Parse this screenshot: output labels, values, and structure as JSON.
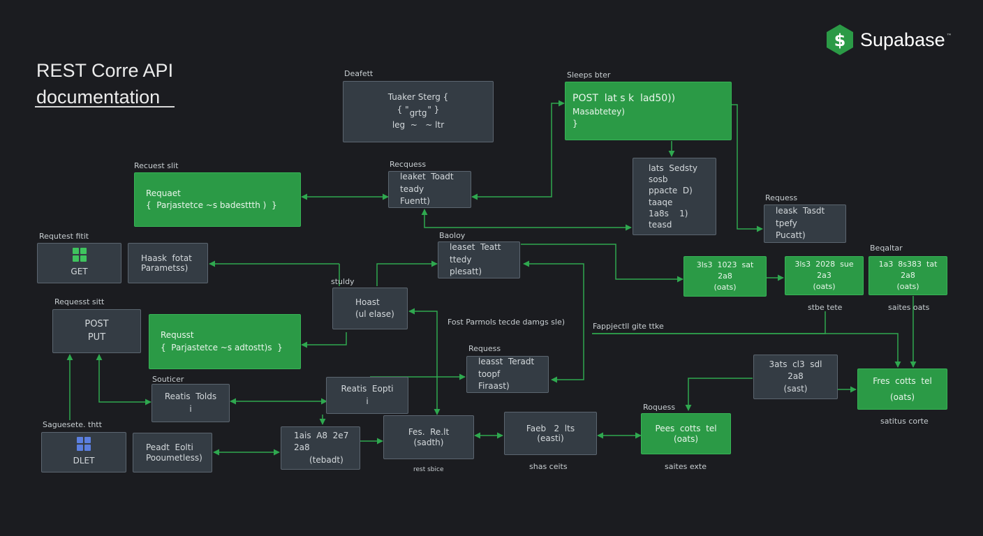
{
  "header": {
    "title_line1": "REST Corre API",
    "title_line2": "documentation",
    "brand_name": "Supabase",
    "brand_mark": "™",
    "brand_color": "#2b9a46"
  },
  "labels": {
    "default": "Deafett",
    "sleeps_bter": "Sleeps bter",
    "request_slt_1": "Recuest slit",
    "request_top": "Recquess",
    "request_right": "Requess",
    "request_fit": "Requtest fitit",
    "baoloy": "Baoloy",
    "beqaltar": "Beqaltar",
    "stuldy": "stuldy",
    "request_stt_2": "Requesst sitt",
    "fost_params": "Fost Parmols tecde damgs sle)",
    "fapjected": "Fappjectll gite ttke",
    "sbbe_tate": "stbe tete",
    "saites_oats": "saites oats",
    "request_mid": "Requess",
    "souticer": "Souticer",
    "saturas_corte": "satitus corte",
    "roquess": "Roquess",
    "saguesete": "Saguesete. thtt",
    "rest_sbice": "rest sbice",
    "shas_ceits": "shas ceits",
    "saites_exte": "saites exte"
  },
  "boxes": {
    "tuaker": {
      "lines": [
        "Tuaker Sterg {",
        "{ \"       \" }",
        "grtg",
        "leg  ~   ~ ltr"
      ]
    },
    "post_green": {
      "lines": [
        "POST  lat s k  lad50))",
        "Masabtetey)",
        "}"
      ]
    },
    "request_green_1": {
      "lines": [
        "Requaet",
        "{  Parjastetce ~s badesttth )  }"
      ]
    },
    "leaket_top": {
      "lines": [
        "leaket  Toadt",
        "teady",
        "Fuentt)"
      ]
    },
    "lats_mid": {
      "lines": [
        "lats  Sedsty",
        "sosb",
        "ppacte  D)",
        "taaqe",
        "1a8s    1)",
        "teasd"
      ]
    },
    "leask_right": {
      "lines": [
        "leask  Tasdt",
        "tpefy",
        "Pucatt)"
      ]
    },
    "get_box": {
      "method": "GET"
    },
    "haask_box": {
      "lines": [
        "Haask  fotat",
        "",
        "Parametss)"
      ]
    },
    "leaset_mid": {
      "lines": [
        "leaset  Teatt",
        "ttedy",
        "plesatt)"
      ]
    },
    "green_s1": {
      "lines": [
        "3ls3  1023  sat",
        "2a8",
        "(oats)"
      ]
    },
    "green_s2": {
      "lines": [
        "3ls3  2028  sue",
        "2a3",
        "(oats)"
      ]
    },
    "green_s3": {
      "lines": [
        "1a3  8s383  tat",
        "2a8",
        "(oats)"
      ]
    },
    "hoast_box": {
      "lines": [
        "Hoast",
        "(ul elase)"
      ]
    },
    "post_put": {
      "lines": [
        "POST",
        "PUT"
      ]
    },
    "request_green_2": {
      "lines": [
        "Requsst",
        "{  Parjastetce ~s adtostt)s  }"
      ]
    },
    "leasst_req": {
      "lines": [
        "leasst  Teradt",
        "toopf",
        "Firaast)"
      ]
    },
    "reatis_box": {
      "lines": [
        "Reatis  Eopti",
        "i"
      ]
    },
    "sats_right": {
      "lines": [
        "3ats  cl3  sdl",
        "2a8",
        "(sast)"
      ]
    },
    "green_s4": {
      "lines": [
        "Fres  cotts  tel",
        "(oats)"
      ]
    },
    "reatis_tools": {
      "lines": [
        "Reatis  Tolds",
        "i"
      ]
    },
    "dlet_box": {
      "method": "DLET"
    },
    "peadt_box": {
      "lines": [
        "Peadt  Eolti",
        "",
        "Pooumetless)"
      ]
    },
    "lals_box": {
      "lines": [
        "1ais  A8  2e7",
        "2a8",
        "(tebadt)"
      ]
    },
    "fes_box": {
      "lines": [
        "Fes.  Re.lt",
        "",
        "(sadth)"
      ]
    },
    "faeb_box": {
      "lines": [
        "Faeb   2  lts",
        "",
        "(easti)"
      ]
    },
    "green_s5": {
      "lines": [
        "Pees  cotts  tel",
        "",
        "(oats)"
      ]
    }
  }
}
